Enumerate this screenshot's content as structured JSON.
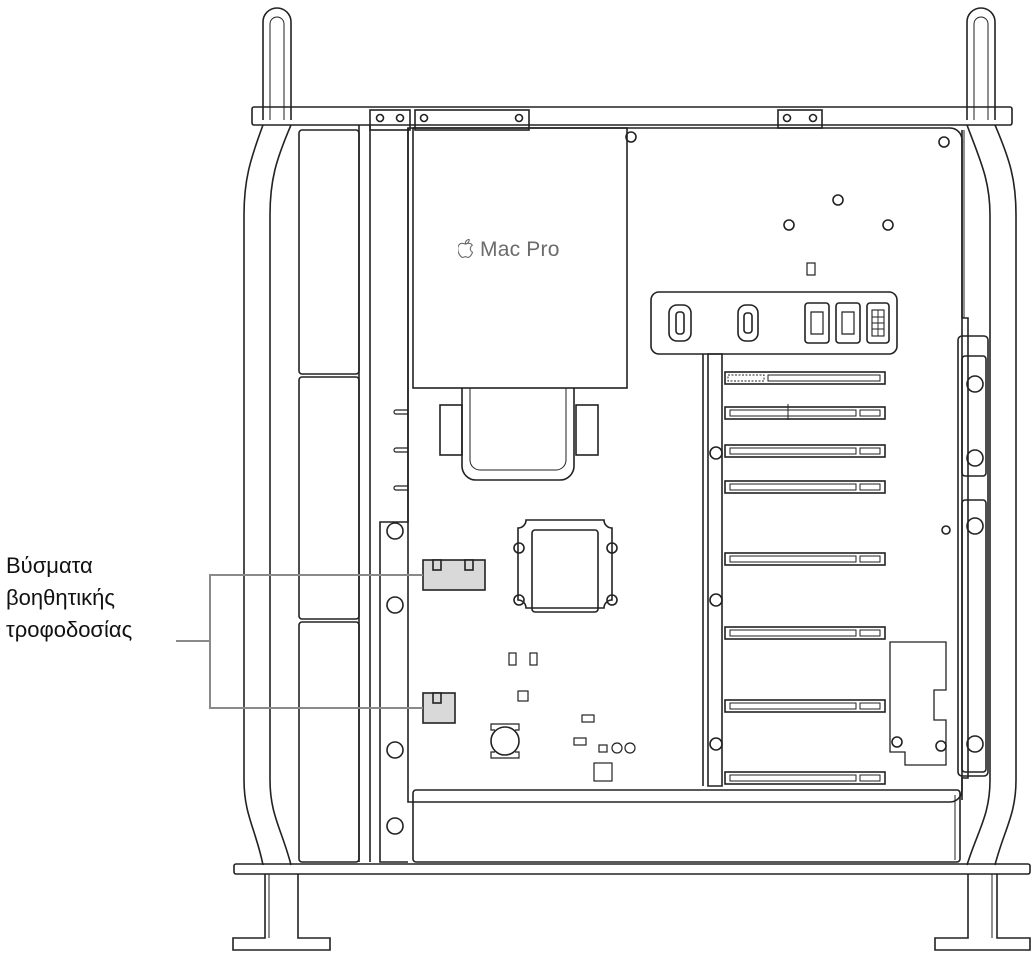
{
  "figure": {
    "brand_label": "Mac Pro",
    "callout": {
      "lines": [
        "Βύσματα",
        "βοηθητικής",
        "τροφοδοσίας"
      ]
    },
    "stroke_color": "#222222",
    "highlight_color": "#d9d9d9",
    "leader_color": "#8a8a8a"
  }
}
